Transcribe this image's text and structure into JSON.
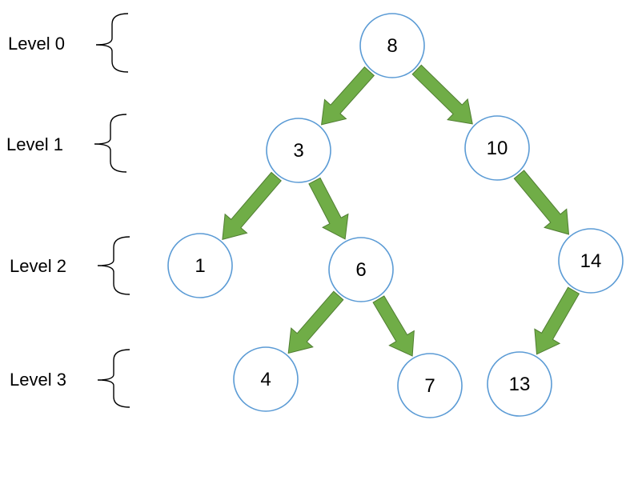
{
  "colors": {
    "node_stroke": "#5b9bd5",
    "arrow_fill": "#70ad47",
    "arrow_stroke": "#507e32",
    "text": "#000000"
  },
  "levels": [
    {
      "label": "Level 0"
    },
    {
      "label": "Level 1"
    },
    {
      "label": "Level 2"
    },
    {
      "label": "Level 3"
    }
  ],
  "nodes": [
    {
      "id": "n8",
      "value": "8",
      "level": 0
    },
    {
      "id": "n3",
      "value": "3",
      "level": 1
    },
    {
      "id": "n10",
      "value": "10",
      "level": 1
    },
    {
      "id": "n1",
      "value": "1",
      "level": 2
    },
    {
      "id": "n6",
      "value": "6",
      "level": 2
    },
    {
      "id": "n14",
      "value": "14",
      "level": 2
    },
    {
      "id": "n4",
      "value": "4",
      "level": 3
    },
    {
      "id": "n7",
      "value": "7",
      "level": 3
    },
    {
      "id": "n13",
      "value": "13",
      "level": 3
    }
  ],
  "edges": [
    {
      "from": "n8",
      "to": "n3"
    },
    {
      "from": "n8",
      "to": "n10"
    },
    {
      "from": "n3",
      "to": "n1"
    },
    {
      "from": "n3",
      "to": "n6"
    },
    {
      "from": "n10",
      "to": "n14"
    },
    {
      "from": "n6",
      "to": "n4"
    },
    {
      "from": "n6",
      "to": "n7"
    },
    {
      "from": "n14",
      "to": "n13"
    }
  ]
}
